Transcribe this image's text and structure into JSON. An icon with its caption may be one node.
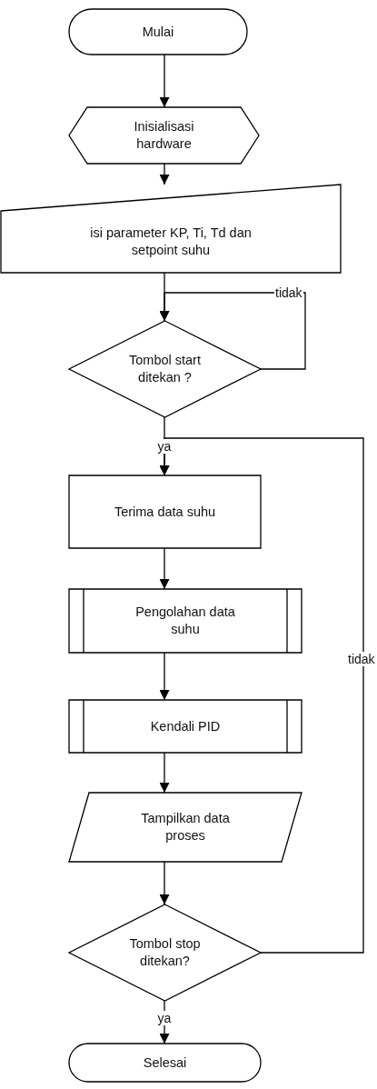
{
  "diagram": {
    "nodes": [
      {
        "text": [
          "Mulai"
        ]
      },
      {
        "text": [
          "Inisialisasi hardware"
        ]
      },
      {
        "text": [
          "isi parameter KP, Ti, Td dan setpoint suhu"
        ]
      },
      {
        "text": [
          "Tombol start ditekan ?"
        ]
      },
      {
        "text": [
          "Terima data suhu"
        ]
      },
      {
        "text": [
          "Pengolahan data suhu"
        ]
      },
      {
        "text": [
          "Kendali PID"
        ]
      },
      {
        "text": [
          "Tampilkan data proses"
        ]
      },
      {
        "text": [
          "Tombol stop ditekan?"
        ]
      },
      {
        "text": [
          "Selesai"
        ]
      }
    ],
    "edges": [
      {
        "from": 0,
        "to": 1,
        "arrow": "to"
      },
      {
        "from": 1,
        "to": 2,
        "arrow": "to"
      },
      {
        "from": 2,
        "to": 3,
        "arrow": "to"
      },
      {
        "from": 3,
        "to": 3,
        "arrow": "to",
        "label": "tidak"
      },
      {
        "from": 3,
        "to": 4,
        "arrow": "to",
        "label": "ya"
      },
      {
        "from": 4,
        "to": 5,
        "arrow": "to"
      },
      {
        "from": 5,
        "to": 6,
        "arrow": "to"
      },
      {
        "from": 6,
        "to": 7,
        "arrow": "to"
      },
      {
        "from": 7,
        "to": 8,
        "arrow": "to"
      },
      {
        "from": 8,
        "to": 4,
        "arrow": "to",
        "label": "tidak"
      },
      {
        "from": 8,
        "to": 9,
        "arrow": "to",
        "label": "ya"
      }
    ]
  }
}
